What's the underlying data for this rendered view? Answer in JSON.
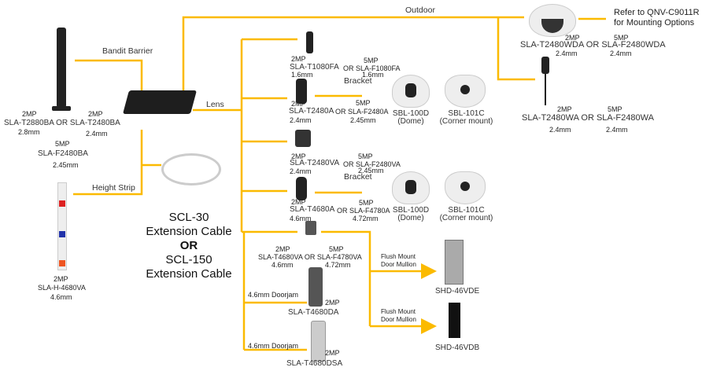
{
  "colors": {
    "connector": "#FBBA00"
  },
  "labels": {
    "outdoor": "Outdoor",
    "bandit_barrier": "Bandit Barrier",
    "lens": "Lens",
    "height_strip": "Height Strip",
    "bracket": "Bracket",
    "refer": "Refer to QNV-C9011R",
    "refer2": "for Mounting Options",
    "doorjam": "4.6mm Doorjam",
    "flush1": "Flush Mount",
    "flush2": "Door Mullion"
  },
  "cable": {
    "line1": "SCL-30",
    "line2": "Extension Cable",
    "or": "OR",
    "line3": "SCL-150",
    "line4": "Extension Cable"
  },
  "bandit": {
    "mp2a": "2MP",
    "mp2b": "2MP",
    "models": "SLA-T2880BA OR SLA-T2480BA",
    "lens_a": "2.8mm",
    "lens_b": "2.4mm",
    "mp5": "5MP",
    "model5": "SLA-F2480BA",
    "lens5": "2.45mm"
  },
  "height": {
    "mp": "2MP",
    "model": "SLA-H-4680VA",
    "lens": "4.6mm"
  },
  "cams": [
    {
      "mp2": "2MP",
      "mp5": "5MP",
      "model2": "SLA-T1080FA",
      "model5": "OR SLA-F1080FA",
      "lens2": "1.6mm",
      "lens5": "1.6mm"
    },
    {
      "mp2": "2MP",
      "mp5": "5MP",
      "model2": "SLA-T2480A",
      "model5": "OR SLA-F2480A",
      "lens2": "2.4mm",
      "lens5": "2.45mm"
    },
    {
      "mp2": "2MP",
      "mp5": "5MP",
      "model2": "SLA-T2480VA",
      "model5": "OR SLA-F2480VA",
      "lens2": "2.4mm",
      "lens5": "2.45mm"
    },
    {
      "mp2": "2MP",
      "mp5": "5MP",
      "model2": "SLA-T4680A",
      "model5": "OR SLA-F4780A",
      "lens2": "4.6mm",
      "lens5": "4.72mm"
    },
    {
      "mp2": "2MP",
      "mp5": "5MP",
      "models": "SLA-T4680VA OR SLA-F4780VA",
      "lens2": "4.6mm",
      "lens5": "4.72mm"
    }
  ],
  "brackets": {
    "dome": "SBL-100D",
    "dome_sub": "(Dome)",
    "corner": "SBL-101C",
    "corner_sub": "(Corner mount)"
  },
  "doorjam": [
    {
      "mp": "2MP",
      "model": "SLA-T4680DA"
    },
    {
      "mp": "2MP",
      "model": "SLA-T4680DSA"
    }
  ],
  "mullion": [
    {
      "model": "SHD-46VDE"
    },
    {
      "model": "SHD-46VDB"
    }
  ],
  "outdoor": {
    "wda": {
      "mp2": "2MP",
      "mp5": "5MP",
      "models": "SLA-T2480WDA OR SLA-F2480WDA",
      "lens2": "2.4mm",
      "lens5": "2.4mm"
    },
    "wa": {
      "mp2": "2MP",
      "mp5": "5MP",
      "models": "SLA-T2480WA OR SLA-F2480WA",
      "lens2": "2.4mm",
      "lens5": "2.4mm"
    }
  }
}
